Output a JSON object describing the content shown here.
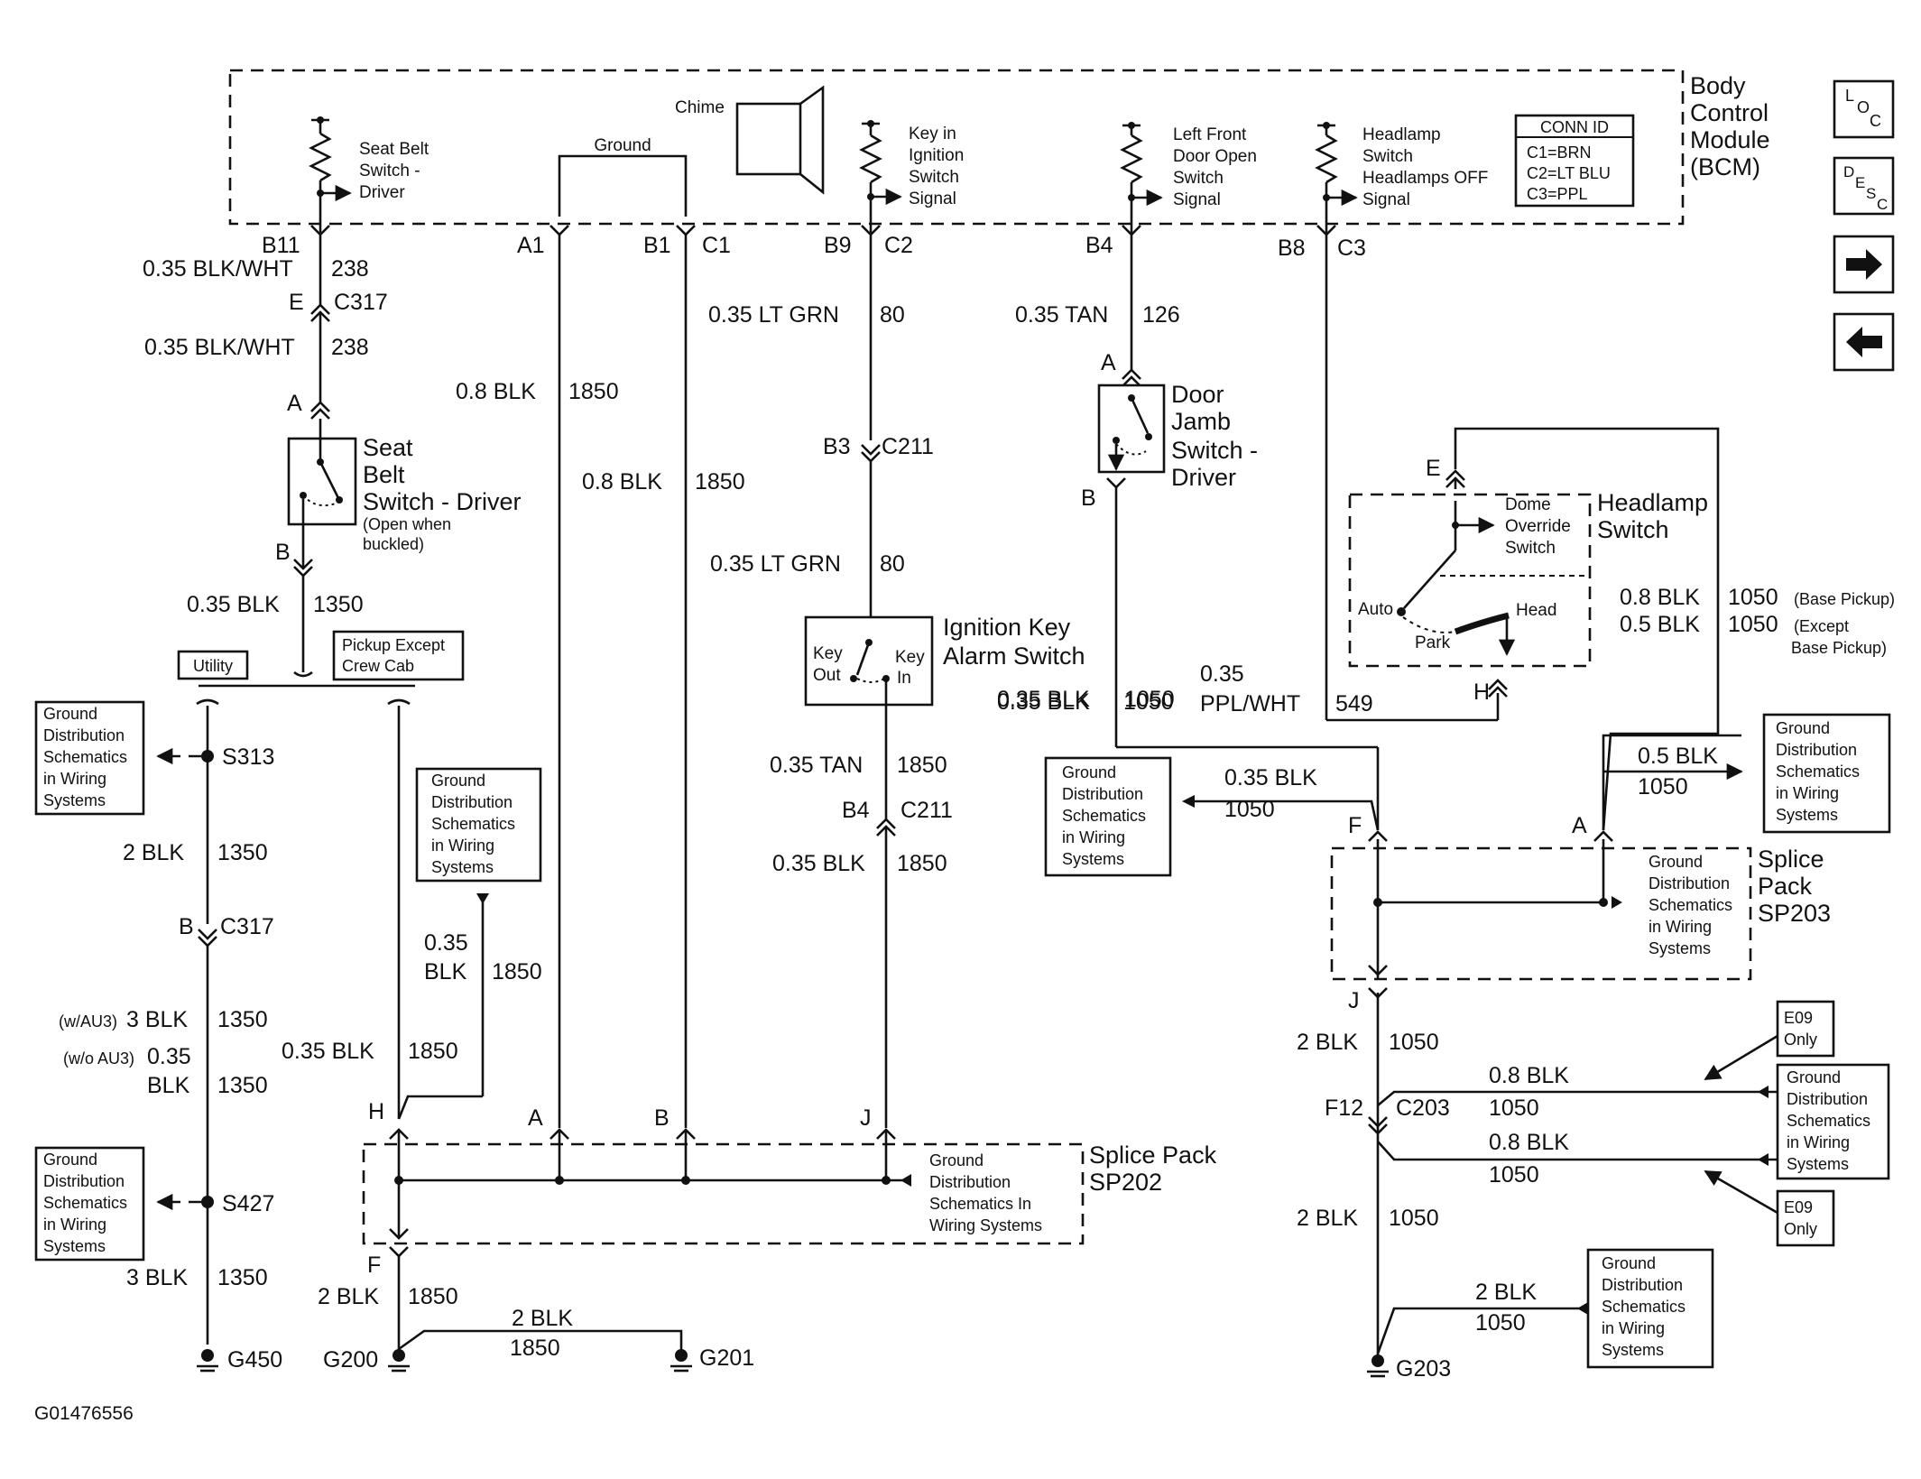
{
  "bcm": {
    "title1": "Body",
    "title2": "Control",
    "title3": "Module",
    "title4": "(BCM)"
  },
  "conn_id": {
    "title": "CONN ID",
    "c1": "C1=BRN",
    "c2": "C2=LT BLU",
    "c3": "C3=PPL"
  },
  "nav": {
    "loc": "LOC",
    "desc": "DESC",
    "next": "→",
    "prev": "←"
  },
  "top_inputs": {
    "seatbelt": [
      "Seat Belt",
      "Switch -",
      "Driver"
    ],
    "ground": "Ground",
    "chime": "Chime",
    "key_in": [
      "Key in",
      "Ignition",
      "Switch",
      "Signal"
    ],
    "door": [
      "Left Front",
      "Door Open",
      "Switch",
      "Signal"
    ],
    "headlamp": [
      "Headlamp",
      "Switch",
      "Headlamps OFF",
      "Signal"
    ]
  },
  "pins": {
    "b11": "B11",
    "a1": "A1",
    "b1": "B1",
    "c1": "C1",
    "b9": "B9",
    "c2": "C2",
    "b4": "B4",
    "b8": "B8",
    "c3": "C3"
  },
  "circuits": {
    "seatbelt_wire": "0.35 BLK/WHT",
    "seatbelt_num": "238",
    "e": "E",
    "c317": "C317",
    "a_seat": "A",
    "b_seat": "B",
    "blk_035": "0.35 BLK",
    "num_1350": "1350",
    "blk_08": "0.8 BLK",
    "num_1850": "1850",
    "ltgrn": "0.35 LT GRN",
    "num_80": "80",
    "b3": "B3",
    "c211": "C211",
    "tan": "0.35 TAN",
    "num_126": "126",
    "a_door": "A",
    "b_door": "B",
    "num_1050": "1050",
    "ppl_a": "0.35",
    "ppl_b": "PPL/WHT",
    "num_549": "549",
    "tan_1850": "0.35 TAN",
    "b4": "B4",
    "blk_2": "2 BLK",
    "s313": "S313",
    "s427": "S427",
    "b_c317": "B",
    "au3_w": "(w/AU3)",
    "au3_wo": "(w/o AU3)",
    "blk_3": "3 BLK",
    "ppl_035": "0.35",
    "blk_word": "BLK",
    "hdr_e": "E",
    "hdr_h": "H",
    "base_pickup": "(Base Pickup)",
    "except_a": "(Except",
    "except_b": "Base Pickup)",
    "blk_05": "0.5 BLK",
    "f_sp203": "F",
    "a_sp203": "A",
    "j_sp203": "J",
    "f12": "F12",
    "c203": "C203",
    "h_sp202": "H",
    "a_sp202": "A",
    "b_sp202": "B",
    "j_sp202": "J",
    "f_sp202": "F",
    "g450": "G450",
    "g200": "G200",
    "g201": "G201",
    "g203": "G203"
  },
  "components": {
    "seat_switch": [
      "Seat",
      "Belt",
      "Switch - Driver"
    ],
    "seat_note": [
      "(Open when",
      "buckled)"
    ],
    "door_switch": [
      "Door",
      "Jamb",
      "Switch -",
      "Driver"
    ],
    "ign_switch": [
      "Ignition Key",
      "Alarm Switch"
    ],
    "key_out": [
      "Key",
      "Out"
    ],
    "key_in_lbl": [
      "Key",
      "In"
    ],
    "headlamp_switch": [
      "Headlamp",
      "Switch"
    ],
    "dome": [
      "Dome",
      "Override",
      "Switch"
    ],
    "auto": "Auto",
    "park": "Park",
    "head": "Head",
    "utility": "Utility",
    "pickup": [
      "Pickup Except",
      "Crew Cab"
    ],
    "sp202": [
      "Splice Pack",
      "SP202"
    ],
    "sp203": [
      "Splice",
      "Pack",
      "SP203"
    ],
    "e09": [
      "E09",
      "Only"
    ]
  },
  "gds": [
    "Ground",
    "Distribution",
    "Schematics",
    "in Wiring",
    "Systems"
  ],
  "gds_in": [
    "Ground",
    "Distribution",
    "Schematics In",
    "Wiring Systems"
  ],
  "figure_id": "G01476556"
}
